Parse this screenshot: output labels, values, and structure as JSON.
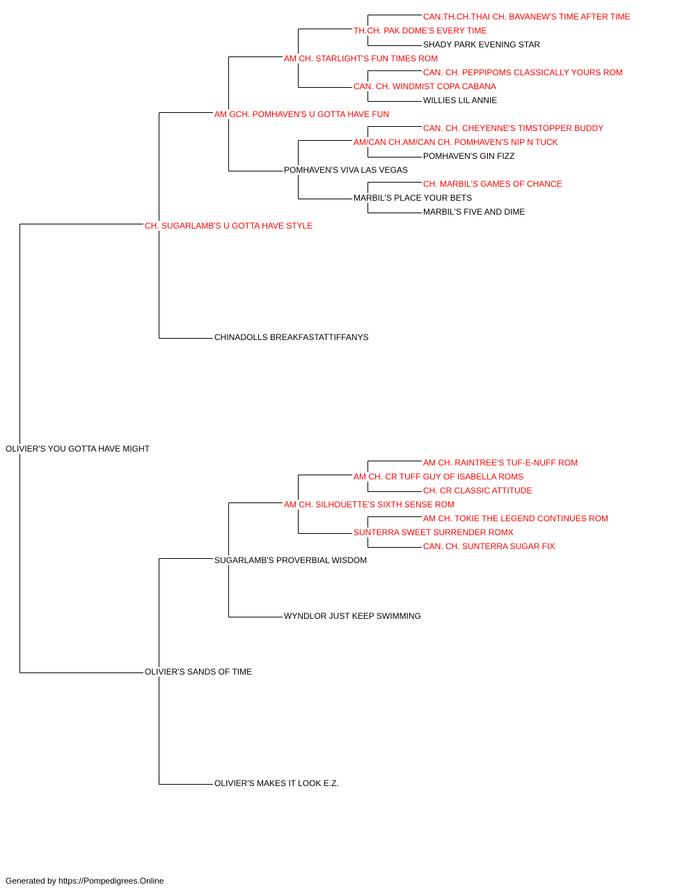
{
  "colors": {
    "champion": "#ff0000",
    "default": "#000000",
    "line": "#000000"
  },
  "pedigree": {
    "root": {
      "name": "OLIVIER'S YOU GOTTA HAVE MIGHT",
      "champion": false
    },
    "sire": {
      "name": "CH. SUGARLAMB'S U GOTTA HAVE STYLE",
      "champion": true
    },
    "dam": {
      "name": "OLIVIER'S SANDS OF TIME",
      "champion": false
    },
    "sire_sire": {
      "name": "AM GCH. POMHAVEN'S U GOTTA HAVE FUN",
      "champion": true
    },
    "sire_dam": {
      "name": "CHINADOLLS BREAKFASTATTIFFANYS",
      "champion": false
    },
    "dam_sire": {
      "name": "SUGARLAMB'S PROVERBIAL WISDOM",
      "champion": false
    },
    "dam_dam": {
      "name": "OLIVIER'S MAKES IT LOOK E.Z.",
      "champion": false
    },
    "ss_s": {
      "name": "AM CH. STARLIGHT'S FUN TIMES ROM",
      "champion": true
    },
    "ss_d": {
      "name": "POMHAVEN'S VIVA LAS VEGAS",
      "champion": false
    },
    "ds_s": {
      "name": "AM CH. SILHOUETTE'S SIXTH SENSE ROM",
      "champion": true
    },
    "ds_d": {
      "name": "WYNDLOR JUST KEEP SWIMMING",
      "champion": false
    },
    "sss_s": {
      "name": "TH.CH. PAK DOME'S EVERY TIME",
      "champion": true
    },
    "sss_d": {
      "name": "CAN. CH. WINDMIST COPA CABANA",
      "champion": true
    },
    "ssd_s": {
      "name": "AM/CAN CH.AM/CAN CH. POMHAVEN'S NIP N TUCK",
      "champion": true
    },
    "ssd_d": {
      "name": "MARBIL'S PLACE YOUR BETS",
      "champion": false
    },
    "dss_s": {
      "name": "AM CH. CR TUFF GUY OF ISABELLA ROMS",
      "champion": true
    },
    "dss_d": {
      "name": "SUNTERRA SWEET SURRENDER ROMX",
      "champion": true
    },
    "ssss_s": {
      "name": "CAN.TH.CH.THAI CH. BAVANEW'S TIME AFTER TIME",
      "champion": true
    },
    "ssss_d": {
      "name": "SHADY PARK EVENING STAR",
      "champion": false
    },
    "sssd_s": {
      "name": "CAN. CH. PEPPIPOMS CLASSICALLY YOURS ROM",
      "champion": true
    },
    "sssd_d": {
      "name": "WILLIES LIL ANNIE",
      "champion": false
    },
    "ssds_s": {
      "name": "CAN. CH. CHEYENNE'S TIMSTOPPER BUDDY",
      "champion": true
    },
    "ssds_d": {
      "name": "POMHAVEN'S GIN FIZZ",
      "champion": false
    },
    "ssdd_s": {
      "name": "CH. MARBIL'S GAMES OF CHANCE",
      "champion": true
    },
    "ssdd_d": {
      "name": "MARBIL'S FIVE AND DIME",
      "champion": false
    },
    "dsss_s": {
      "name": "AM CH. RAINTREE'S TUF-E-NUFF ROM",
      "champion": true
    },
    "dsss_d": {
      "name": "CH. CR CLASSIC ATTITUDE",
      "champion": true
    },
    "dssd_s": {
      "name": "AM CH. TOKIE THE LEGEND CONTINUES ROM",
      "champion": true
    },
    "dssd_d": {
      "name": "CAN. CH. SUNTERRA SUGAR FIX",
      "champion": true
    }
  },
  "footer": {
    "text": "Generated by https://Pompedigrees.Online"
  }
}
